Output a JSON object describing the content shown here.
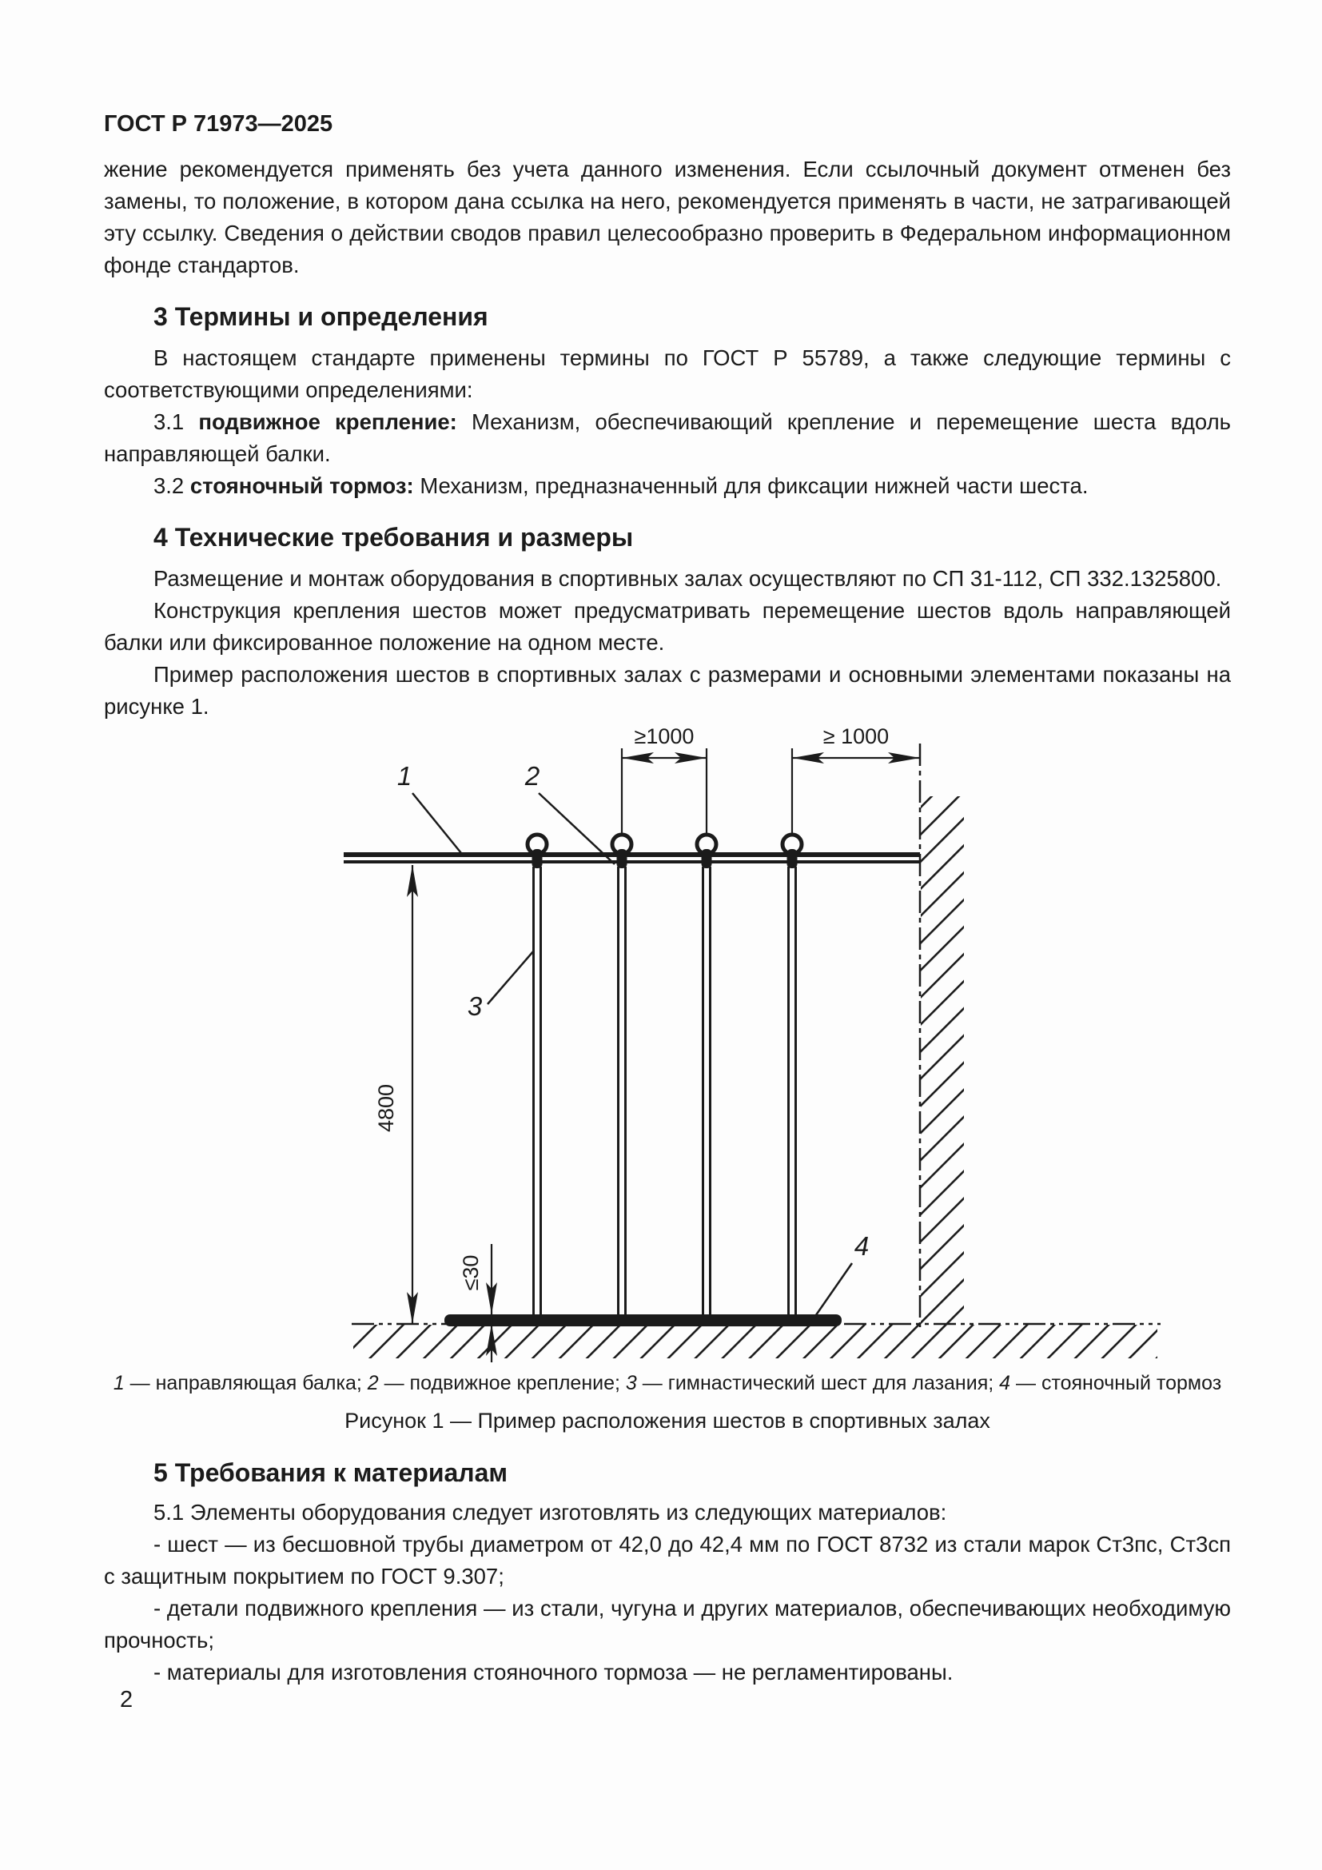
{
  "page": {
    "standard_code": "ГОСТ Р 71973—2025",
    "page_number": "2"
  },
  "intro_paragraph": "жение рекомендуется применять без учета данного изменения. Если ссылочный документ отменен без замены, то положение, в котором дана ссылка на него, рекомендуется применять в части, не затрагивающей эту ссылку. Сведения о действии сводов правил целесообразно проверить в Федеральном информационном фонде стандартов.",
  "section3": {
    "title": "3 Термины и определения",
    "intro": "В настоящем стандарте применены термины по ГОСТ Р 55789, а также следующие термины с соответствующими определениями:",
    "terms": [
      {
        "num": "3.1 ",
        "term": "подвижное крепление: ",
        "definition": "Механизм, обеспечивающий крепление и перемещение шеста вдоль направляющей балки."
      },
      {
        "num": "3.2 ",
        "term": "стояночный тормоз: ",
        "definition": "Механизм, предназначенный для фиксации нижней части шеста."
      }
    ]
  },
  "section4": {
    "title": "4 Технические требования и размеры",
    "paragraphs": [
      "Размещение и монтаж оборудования в спортивных залах осуществляют по СП 31-112, СП 332.1325800.",
      "Конструкция крепления шестов может предусматривать перемещение шестов вдоль направляющей балки или фиксированное положение на одном месте.",
      "Пример расположения шестов в спортивных залах с размерами и основными элементами показаны на рисунке 1."
    ]
  },
  "figure": {
    "dim_spacing_1": "≥1000",
    "dim_spacing_2": "≥ 1000",
    "dim_height": "4800",
    "dim_gap": "≤30",
    "label_1": "1",
    "label_2": "2",
    "label_3": "3",
    "label_4": "4",
    "legend": [
      {
        "n": "1",
        "t": " — направляющая балка; "
      },
      {
        "n": "2",
        "t": " — подвижное крепление; "
      },
      {
        "n": "3",
        "t": " — гимнастический шест для лазания; "
      },
      {
        "n": "4",
        "t": " — стояночный тормоз"
      }
    ],
    "caption": "Рисунок 1 — Пример расположения шестов в спортивных залах"
  },
  "section5": {
    "title": "5 Требования к материалам",
    "intro": "5.1 Элементы оборудования следует изготовлять из следующих материалов:",
    "items": [
      "- шест — из бесшовной трубы диаметром от 42,0 до 42,4 мм по ГОСТ 8732 из стали марок Ст3пс, Ст3сп с защитным покрытием по ГОСТ 9.307;",
      "- детали подвижного крепления — из стали, чугуна и других материалов, обеспечивающих необходимую прочность;",
      "- материалы для изготовления стояночного тормоза — не регламентированы."
    ]
  }
}
